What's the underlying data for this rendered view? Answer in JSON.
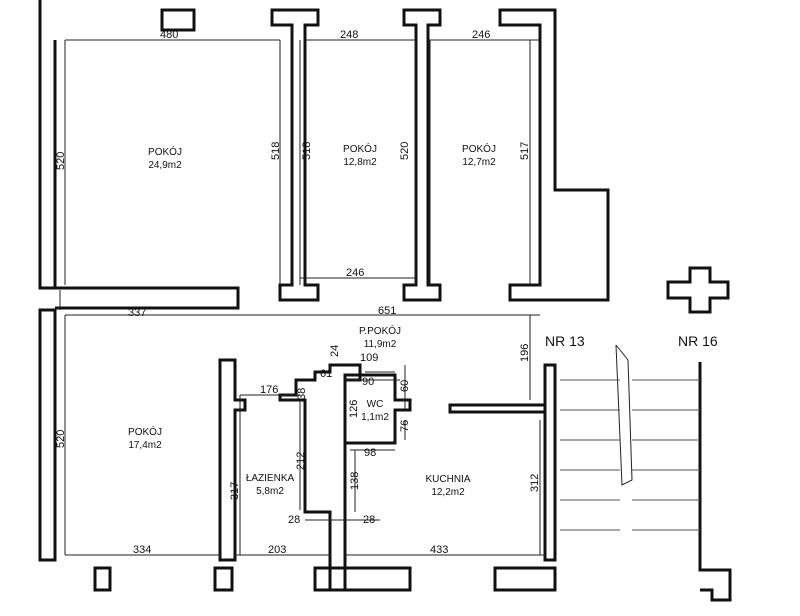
{
  "rooms": [
    {
      "name": "POKÓJ",
      "area": "24,9m2"
    },
    {
      "name": "POKÓJ",
      "area": "12,8m2"
    },
    {
      "name": "POKÓJ",
      "area": "12,7m2"
    },
    {
      "name": "POKÓJ",
      "area": "17,4m2"
    },
    {
      "name": "P.POKÓJ",
      "area": "11,9m2"
    },
    {
      "name": "WC",
      "area": "1,1m2"
    },
    {
      "name": "ŁAZIENKA",
      "area": "5,8m2"
    },
    {
      "name": "KUCHNIA",
      "area": "12,2m2"
    }
  ],
  "units": [
    "NR 13",
    "NR 16"
  ],
  "dimensions": {
    "top": [
      "480",
      "248",
      "246"
    ],
    "top_vertical": [
      "520",
      "518",
      "518",
      "520",
      "517"
    ],
    "mid": [
      "246",
      "337",
      "651",
      "196"
    ],
    "core": [
      "24",
      "109",
      "61",
      "90",
      "60",
      "176",
      "38",
      "126",
      "76",
      "98",
      "212",
      "138",
      "28",
      "28"
    ],
    "bottom_vertical": [
      "520",
      "317",
      "312"
    ],
    "bottom": [
      "334",
      "203",
      "433"
    ]
  }
}
